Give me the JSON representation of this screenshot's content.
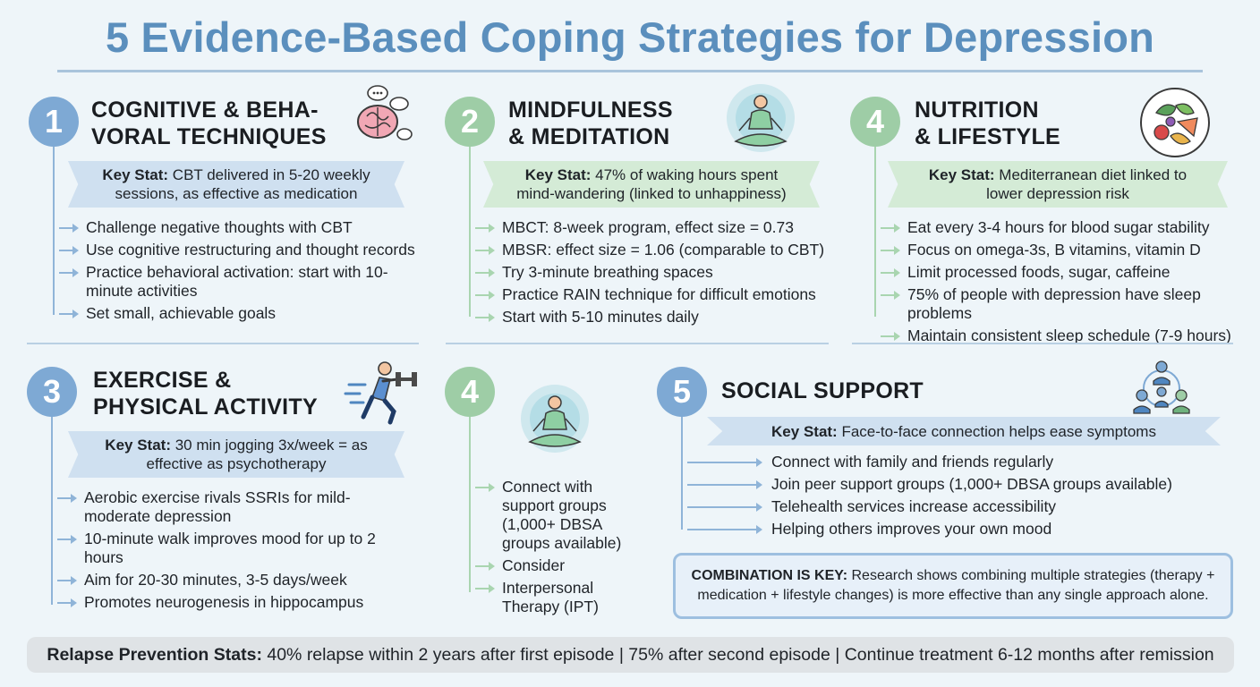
{
  "title": "5 Evidence-Based Coping Strategies for Depression",
  "sections": {
    "cbt": {
      "number": "1",
      "title_line1": "COGNITIVE & BEHA-",
      "title_line2": "VORAL TECHNIQUES",
      "stat_label": "Key Stat:",
      "stat_text": " CBT delivered in 5-20 weekly sessions, as effective as medication",
      "items": [
        "Challenge negative thoughts with CBT",
        "Use cognitive restructuring and thought records",
        "Practice behavioral activation: start with 10-minute activities",
        "Set small, achievable goals"
      ]
    },
    "mindfulness": {
      "number": "2",
      "title_line1": "MINDFULNESS",
      "title_line2": "& MEDITATION",
      "stat_label": "Key Stat:",
      "stat_text": " 47% of waking hours spent mind-wandering (linked to unhappiness)",
      "items": [
        "MBCT: 8-week program, effect size = 0.73",
        "MBSR: effect size = 1.06 (comparable to CBT)",
        "Try 3-minute breathing spaces",
        "Practice RAIN technique for difficult emotions",
        "Start with 5-10 minutes daily"
      ]
    },
    "nutrition": {
      "number": "4",
      "title_line1": "NUTRITION",
      "title_line2": "& LIFESTYLE",
      "stat_label": "Key Stat:",
      "stat_text": " Mediterranean diet linked to lower depression risk",
      "items": [
        "Eat every 3-4 hours for blood sugar stability",
        "Focus on omega-3s, B vitamins, vitamin D",
        "Limit processed foods, sugar, caffeine",
        "75% of people with depression have sleep problems",
        "Maintain consistent sleep schedule (7-9 hours)"
      ]
    },
    "exercise": {
      "number": "3",
      "title_line1": "EXERCISE &",
      "title_line2": "PHYSICAL ACTIVITY",
      "stat_label": "Key Stat:",
      "stat_text": " 30 min jogging 3x/week = as effective as psychotherapy",
      "items": [
        "Aerobic exercise rivals SSRIs for mild-moderate depression",
        "10-minute walk improves mood for up to 2 hours",
        "Aim for 20-30 minutes, 3-5 days/week",
        "Promotes neurogenesis in hippocampus"
      ]
    },
    "middle": {
      "number": "4",
      "items": [
        "Connect with support groups (1,000+ DBSA groups available)",
        "Consider",
        "Interpersonal Therapy (IPT)"
      ]
    },
    "social": {
      "number": "5",
      "title": "SOCIAL SUPPORT",
      "stat_label": "Key Stat:",
      "stat_text": " Face-to-face connection helps ease symptoms",
      "items": [
        "Connect with family and friends regularly",
        "Join peer support groups (1,000+ DBSA groups available)",
        "Telehealth services increase accessibility",
        "Helping others improves your own mood"
      ]
    }
  },
  "combination": {
    "label": "COMBINATION IS KEY:",
    "text": " Research shows combining multiple strategies (therapy + medication + lifestyle changes) is more effective than any single approach alone."
  },
  "footer": {
    "label": "Relapse Prevention Stats:",
    "text": " 40% relapse within 2 years after first episode | 75% after second episode | Continue treatment 6-12 months after remission"
  },
  "icons": {
    "cbt": "brain-icon",
    "mindfulness": "meditation-icon",
    "nutrition": "food-plate-icon",
    "exercise": "runner-dumbbell-icon",
    "middle": "meditation-icon",
    "social": "people-network-icon"
  },
  "colors": {
    "title": "#5b8fbd",
    "blue_accent": "#7ea9d4",
    "green_accent": "#9ecda6"
  }
}
